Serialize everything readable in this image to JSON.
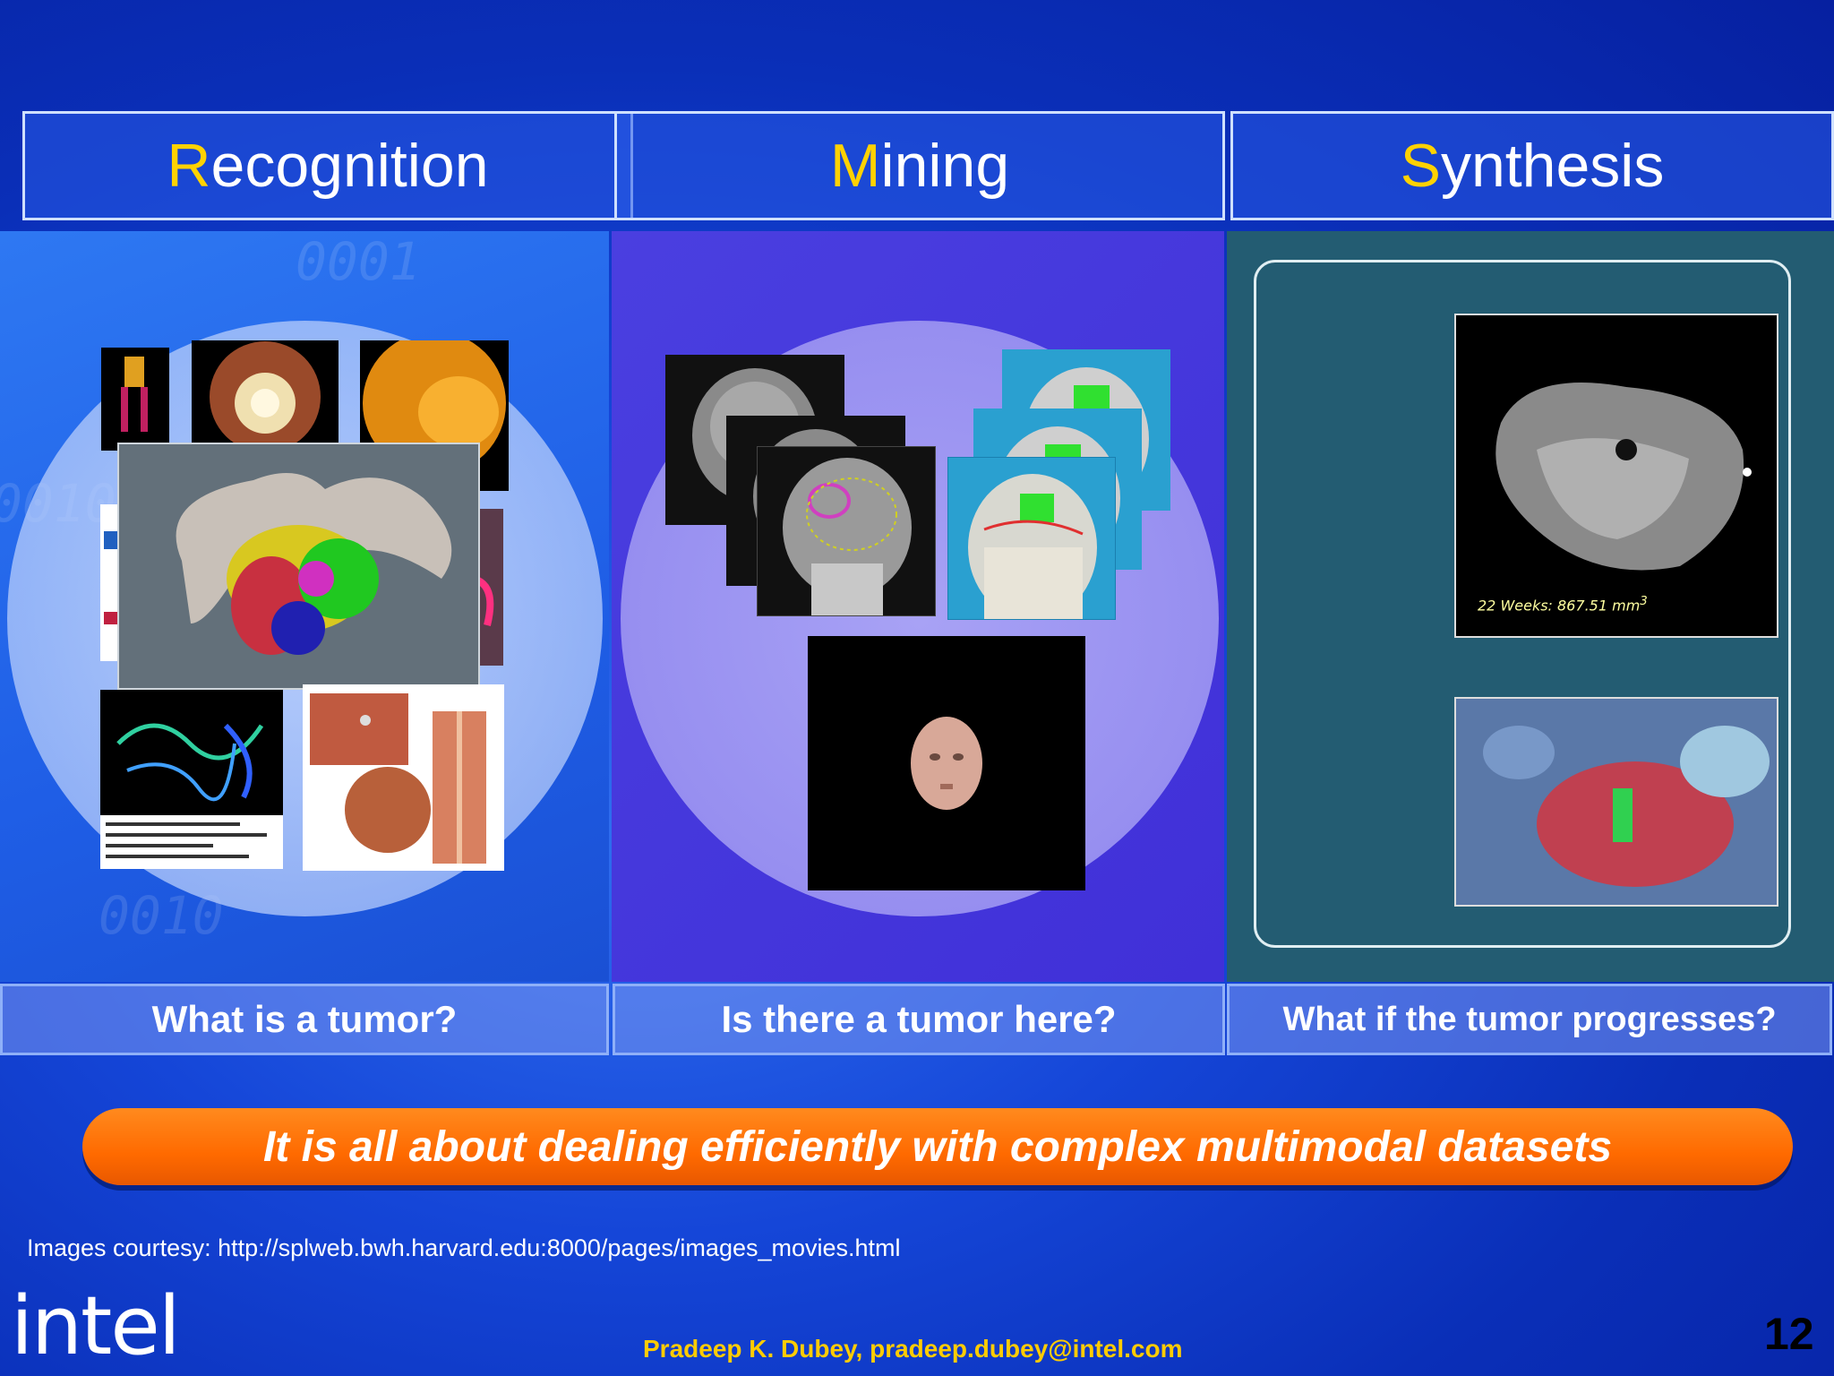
{
  "headers": [
    {
      "initial": "R",
      "rest": "ecognition"
    },
    {
      "initial": "M",
      "rest": "ining"
    },
    {
      "initial": "S",
      "rest": "ynthesis"
    }
  ],
  "questions": [
    "What is a tumor?",
    "Is there a tumor here?",
    "What if the tumor progresses?"
  ],
  "banner": "It is all about dealing efficiently with complex multimodal datasets",
  "credit": "Images courtesy: http://splweb.bwh.harvard.edu:8000/pages/images_movies.html",
  "footer": {
    "author": "Pradeep K. Dubey, pradeep.dubey@intel.com",
    "page_number": "12",
    "logo": "intel"
  },
  "mri_caption": "22 Weeks: 867.51 mm",
  "mri_caption_sup": "3",
  "colors": {
    "accent_yellow": "#ffd200",
    "banner_orange": "#ff6a00",
    "author_text": "#ffcc00"
  }
}
